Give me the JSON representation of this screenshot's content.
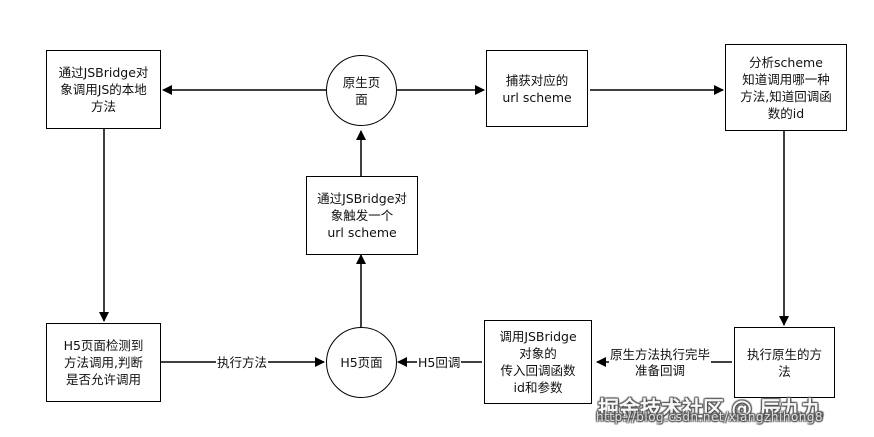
{
  "diagram": {
    "nodes": {
      "js_local_call": "通过JSBridge对\n象调用JS的本地\n方法",
      "native_page": "原生页\n面",
      "capture_scheme": "捕获对应的\nurl scheme",
      "analyze_scheme": "分析scheme\n知道调用哪一种\n方法,知道回调函\n数的id",
      "trigger_scheme": "通过JSBridge对\n象触发一个\nurl scheme",
      "h5_detect": "H5页面检测到\n方法调用,判断\n是否允许调用",
      "h5_page": "H5页面",
      "pass_callback": "调用JSBridge\n对象的\n传入回调函数\nid和参数",
      "execute_native": "执行原生的方\n法"
    },
    "edge_labels": {
      "execute_method": "执行方法",
      "h5_callback": "H5回调",
      "native_done": "原生方法执行完毕\n准备回调"
    }
  },
  "watermark": {
    "title": "掘金技术社区 @ 辰九九",
    "url": "http://blog.csdn.net/xiangzhihong8"
  }
}
